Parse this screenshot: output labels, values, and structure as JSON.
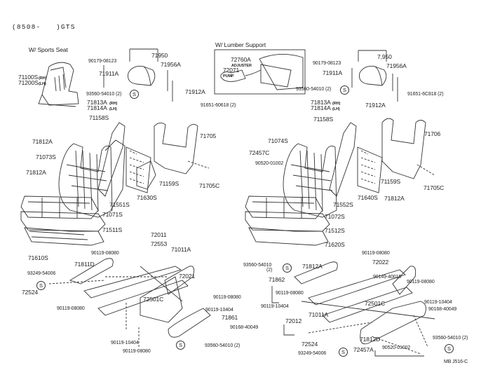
{
  "header": {
    "period": "(8508-",
    "grade": ")GTS"
  },
  "captions": {
    "sports_seat": "W/ Sports Seat",
    "lumber_support": "W/ Lumber Support"
  },
  "footer_code": "MB J516-C",
  "lumber_box": {
    "adjuster_part": "72760A",
    "adjuster_label": "ADJUSTER",
    "pump_part": "72071",
    "pump_label": "PUMP"
  },
  "left": {
    "seat_assy": {
      "rh": "71100S",
      "rh_tag": "(RH)",
      "lh": "71200S",
      "lh_tag": "(LH)"
    },
    "labels": [
      "90179-08123",
      "71911A",
      "93560-54010 (2)",
      "71813A",
      "(RH)",
      "71814A",
      "(LH)",
      "71950",
      "71956A",
      "71912A",
      "91651-60618 (2)",
      "71158S",
      "71705",
      "71812A",
      "71073S",
      "71812A",
      "71551S",
      "71630S",
      "71159S",
      "71705C",
      "71071S",
      "71511S",
      "71610S",
      "72011",
      "72553",
      "71011A",
      "90119-08080",
      "71811D",
      "93249-54006",
      "72524",
      "90119-08080",
      "72021",
      "72501C",
      "90119-08080",
      "90119-10404",
      "71861",
      "90168-40049",
      "90119-10404",
      "93560-54010 (2)",
      "90119-08080"
    ]
  },
  "right": {
    "labels": [
      "90179-08123",
      "7,950",
      "71911A",
      "71956A",
      "93560-54010 (2)",
      "91651-6C818 (2)",
      "71813A",
      "(RH)",
      "71814A",
      "(LH)",
      "71912A",
      "71158S",
      "71706",
      "71074S",
      "72457C",
      "90520-01002",
      "71159S",
      "71705C",
      "71552S",
      "71640S",
      "71812A",
      "71072S",
      "71512S",
      "71620S",
      "90119-08080",
      "93560-54010",
      "(2)",
      "71812A",
      "72022",
      "71862",
      "90149-40015",
      "90119-08080",
      "90119-08080",
      "72501C",
      "90119-10404",
      "90119-10404",
      "90168-40049",
      "72012",
      "71011A",
      "71812D",
      "93560-54010 (2)",
      "72524",
      "72457A",
      "90520-01002",
      "93249-54006"
    ]
  },
  "s_marker": "S"
}
